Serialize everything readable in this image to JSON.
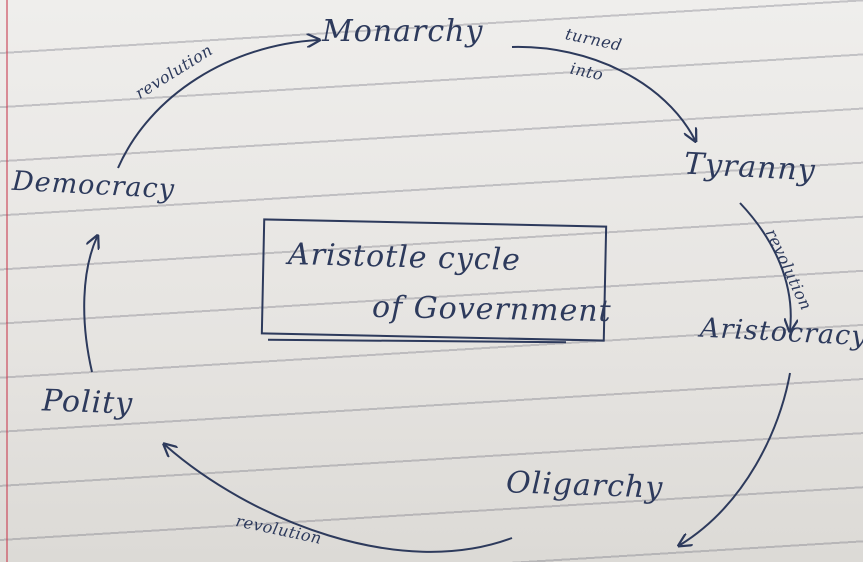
{
  "diagram": {
    "title_line_1": "Aristotle cycle",
    "title_line_2": "of Government",
    "nodes": {
      "monarchy": "Monarchy",
      "tyranny": "Tyranny",
      "aristocracy": "Aristocracy",
      "oligarchy": "Oligarchy",
      "polity": "Polity",
      "democracy": "Democracy"
    },
    "edge_labels": {
      "democracy_to_monarchy": "revolution",
      "monarchy_to_tyranny_1": "turned",
      "monarchy_to_tyranny_2": "into",
      "tyranny_to_aristocracy": "revolution",
      "oligarchy_to_polity": "revolution"
    },
    "ink_color": "#2d3a5c"
  }
}
